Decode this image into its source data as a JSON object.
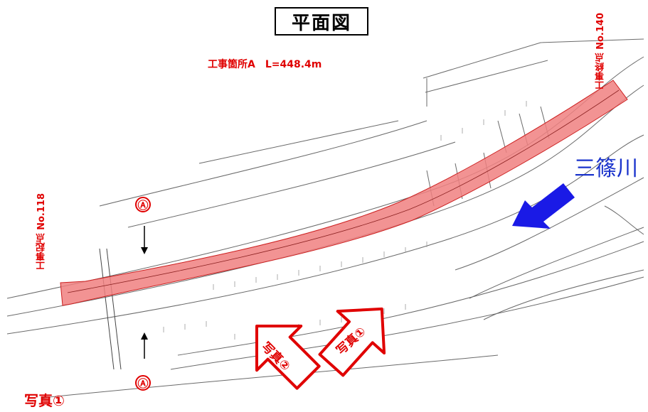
{
  "title": "平面図",
  "site_label": "工事箇所A　L=448.4m",
  "start_point": {
    "label": "工事起点",
    "number": "No.118"
  },
  "end_point": {
    "label": "工事終点",
    "number": "No.140"
  },
  "river_name": "三篠川",
  "section_marker": "Ⓐ",
  "photo_arrows": [
    {
      "label": "写真②"
    },
    {
      "label": "写真①"
    }
  ],
  "photo_caption": "写真①",
  "colors": {
    "accent_red": "#e00000",
    "highlight_fill": "#f08080",
    "river_arrow": "#1a1ae6",
    "line_drawing": "#555555"
  }
}
